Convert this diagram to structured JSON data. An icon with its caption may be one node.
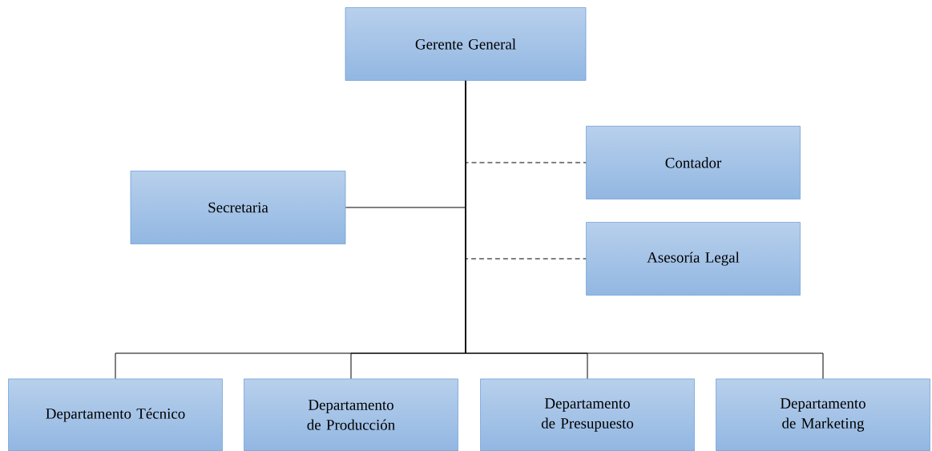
{
  "diagram": {
    "nodes": [
      {
        "text": [
          "Gerente General"
        ]
      },
      {
        "text": [
          "Secretaria"
        ]
      },
      {
        "text": [
          "Contador"
        ]
      },
      {
        "text": [
          "Asesoría Legal"
        ]
      },
      {
        "text": [
          "Departamento Técnico"
        ]
      },
      {
        "text": [
          "Departamento de Producción"
        ]
      },
      {
        "text": [
          "Departamento de Presupuesto"
        ]
      },
      {
        "text": [
          "Departamento de Marketing"
        ]
      }
    ],
    "edges": [
      {
        "from": 0,
        "to": 1,
        "arrow": "none"
      },
      {
        "from": 0,
        "to": 2,
        "arrow": "none",
        "style": "dashed"
      },
      {
        "from": 0,
        "to": 3,
        "arrow": "none",
        "style": "dashed"
      },
      {
        "from": 0,
        "to": 4,
        "arrow": "none"
      },
      {
        "from": 0,
        "to": 5,
        "arrow": "none"
      },
      {
        "from": 0,
        "to": 6,
        "arrow": "none"
      },
      {
        "from": 0,
        "to": 7,
        "arrow": "none"
      }
    ]
  }
}
